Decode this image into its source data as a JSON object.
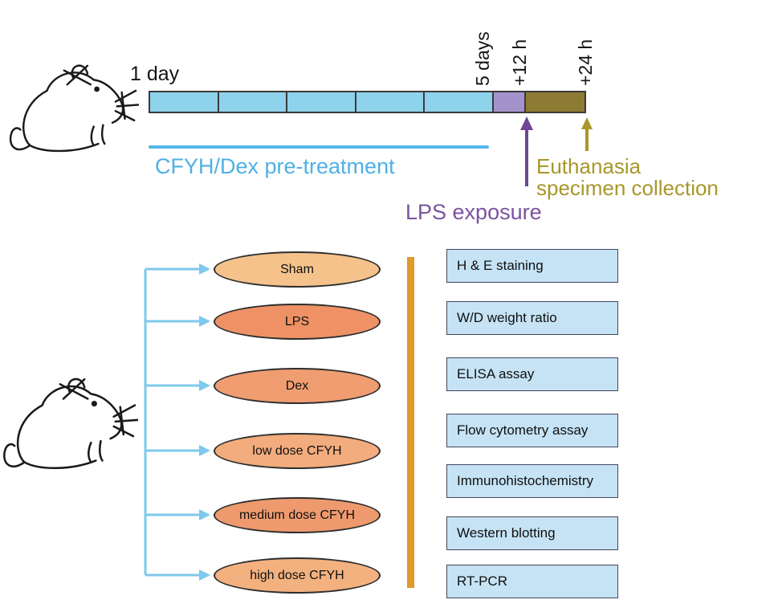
{
  "figure": {
    "timeline": {
      "start_label": "1 day",
      "duration_label": "5 days",
      "lps_time_label": "+12 h",
      "end_time_label": "+24 h",
      "pretreatment_label": "CFYH/Dex pre-treatment",
      "lps_label": "LPS exposure",
      "euthanasia_line1": "Euthanasia",
      "euthanasia_line2": "specimen collection"
    },
    "groups": [
      {
        "label": "Sham",
        "fill": "#f5c28c"
      },
      {
        "label": "LPS",
        "fill": "#ee9266"
      },
      {
        "label": "Dex",
        "fill": "#f09d72"
      },
      {
        "label": "low dose CFYH",
        "fill": "#f2ac7d"
      },
      {
        "label": "medium dose CFYH",
        "fill": "#ef9a6e"
      },
      {
        "label": "high dose CFYH",
        "fill": "#f3b180"
      }
    ],
    "assays": [
      "H & E staining",
      "W/D weight ratio",
      "ELISA assay",
      "Flow cytometry assay",
      "Immunohistochemistry",
      "Western blotting",
      "RT-PCR"
    ],
    "colors": {
      "timeline_blue": "#8ed2ec",
      "timeline_purple": "#a492cc",
      "timeline_olive": "#8d7b33",
      "pretreatment_blue": "#4fb0e6",
      "lps_purple": "#6f4596",
      "euthanasia_olive": "#a8972a",
      "branch_arrow_blue": "#7ec9ec",
      "divider_orange": "#e0992a",
      "assay_box_blue": "#c5e3f5"
    }
  }
}
